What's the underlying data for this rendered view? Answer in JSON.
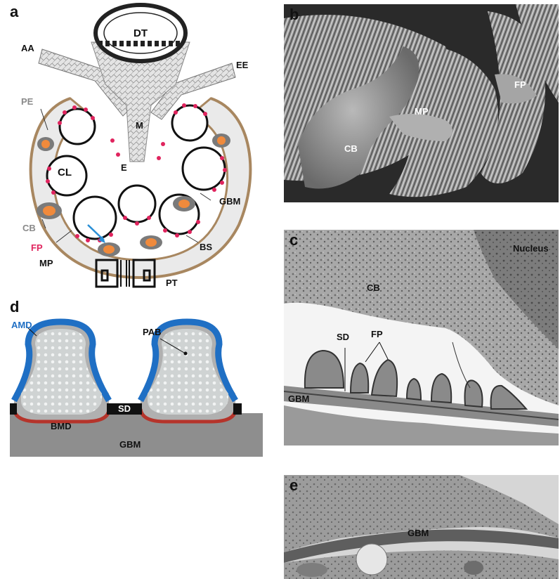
{
  "panels": {
    "a": {
      "label": "a",
      "labels": {
        "dt": "DT",
        "aa": "AA",
        "ee": "EE",
        "pe": "PE",
        "m": "M",
        "cl": "CL",
        "e": "E",
        "gbm": "GBM",
        "cb": "CB",
        "fp": "FP",
        "mp": "MP",
        "bs": "BS",
        "pt": "PT"
      }
    },
    "b": {
      "label": "b",
      "labels": {
        "cb": "CB",
        "mp": "MP",
        "fp": "FP"
      }
    },
    "c": {
      "label": "c",
      "labels": {
        "nucleus": "Nucleus",
        "cb": "CB",
        "sd": "SD",
        "fp": "FP",
        "gbm": "GBM"
      }
    },
    "d": {
      "label": "d",
      "labels": {
        "amd": "AMD",
        "pab": "PAB",
        "sd": "SD",
        "bmd": "BMD",
        "gbm": "GBM"
      }
    },
    "e": {
      "label": "e",
      "labels": {
        "gbm": "GBM"
      }
    }
  },
  "colors": {
    "fp_red": "#e0245e",
    "amd_blue": "#1f6fc4",
    "bmd_red": "#b5342b",
    "gbm_grey": "#8e8e8e",
    "orange": "#f08a3c",
    "brown_capsule": "#a88760"
  }
}
